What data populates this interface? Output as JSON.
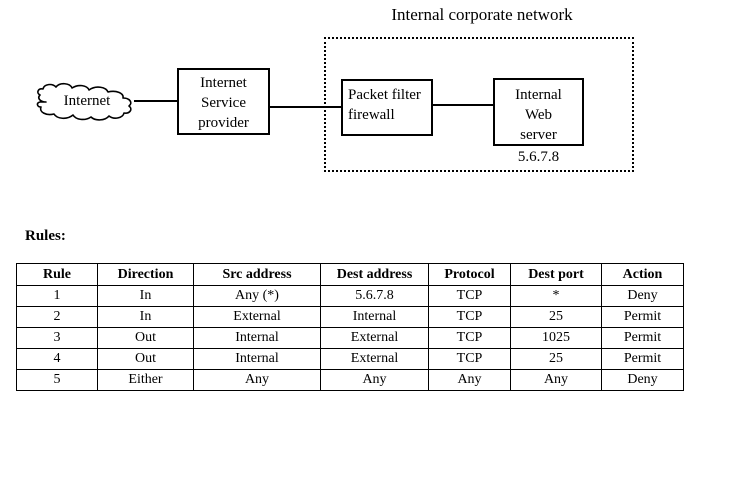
{
  "diagram": {
    "title": "Internal corporate network",
    "zone_label": "internal-corporate-network-zone",
    "cloud": {
      "label": "Internet"
    },
    "nodes": [
      {
        "id": "isp",
        "label_line1": "Internet",
        "label_line2": "Service",
        "label_line3": "provider"
      },
      {
        "id": "firewall",
        "label_line1": "Packet filter",
        "label_line2": "firewall"
      },
      {
        "id": "server",
        "label_line1": "Internal",
        "label_line2": "Web",
        "label_line3": "server",
        "ip": "5.6.7.8"
      }
    ]
  },
  "rules_section": {
    "heading": "Rules:",
    "columns": [
      "Rule",
      "Direction",
      "Src address",
      "Dest address",
      "Protocol",
      "Dest port",
      "Action"
    ],
    "rows": [
      {
        "rule": "1",
        "direction": "In",
        "src": "Any (*)",
        "dest": "5.6.7.8",
        "protocol": "TCP",
        "port": "*",
        "action": "Deny"
      },
      {
        "rule": "2",
        "direction": "In",
        "src": "External",
        "dest": "Internal",
        "protocol": "TCP",
        "port": "25",
        "action": "Permit"
      },
      {
        "rule": "3",
        "direction": "Out",
        "src": "Internal",
        "dest": "External",
        "protocol": "TCP",
        "port": "1025",
        "action": "Permit"
      },
      {
        "rule": "4",
        "direction": "Out",
        "src": "Internal",
        "dest": "External",
        "protocol": "TCP",
        "port": "25",
        "action": "Permit"
      },
      {
        "rule": "5",
        "direction": "Either",
        "src": "Any",
        "dest": "Any",
        "protocol": "Any",
        "port": "Any",
        "action": "Deny"
      }
    ]
  },
  "colors": {
    "ink": "#000000",
    "background": "#ffffff"
  }
}
